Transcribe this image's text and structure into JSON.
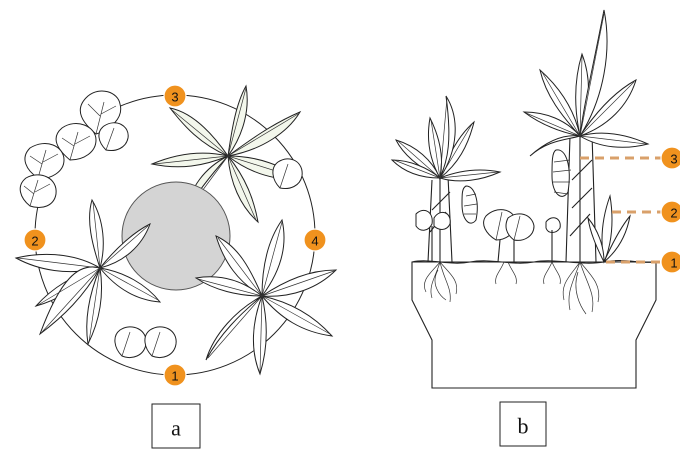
{
  "colors": {
    "marker": "#f0921e",
    "pot_center": "#d4d4d4",
    "line": "#222222"
  },
  "panel_a": {
    "caption": "a",
    "markers": [
      {
        "label": "1"
      },
      {
        "label": "2"
      },
      {
        "label": "3"
      },
      {
        "label": "4"
      }
    ]
  },
  "panel_b": {
    "caption": "b",
    "markers": [
      {
        "label": "1"
      },
      {
        "label": "2"
      },
      {
        "label": "3"
      }
    ]
  }
}
